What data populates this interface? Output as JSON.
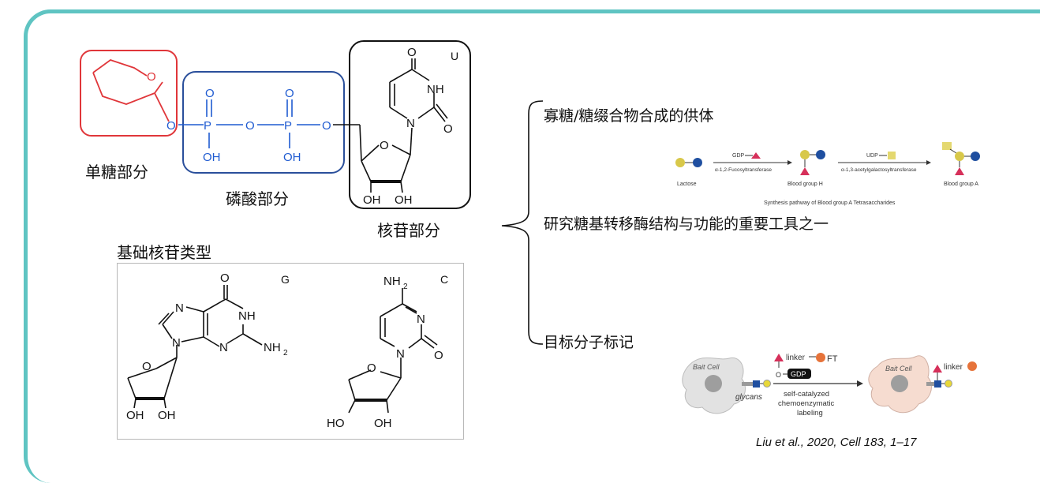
{
  "structure": {
    "sugar_label": "单糖部分",
    "phosphate_label": "磷酸部分",
    "nucleoside_label": "核苷部分",
    "base_letter_u": "U",
    "atoms": {
      "ring_o": "O",
      "bridge_o1": "O",
      "p1": "P",
      "p1_top_o": "O",
      "p1_oh": "OH",
      "bridge_o2": "O",
      "p2": "P",
      "p2_top_o": "O",
      "p2_oh": "OH",
      "bridge_o3": "O",
      "ribose_o": "O",
      "ribose_oh1": "OH",
      "ribose_oh2": "OH",
      "uracil_n": "N",
      "uracil_nh": "NH",
      "uracil_o_top": "O",
      "uracil_o_right": "O"
    },
    "colors": {
      "sugar_box": "#e0363a",
      "phosphate_box": "#2a4f9b",
      "phosphate_atoms": "#1f5bd1",
      "nucleoside_box": "#111111",
      "sugar_bonds": "#e0363a"
    }
  },
  "bases": {
    "title": "基础核苷类型",
    "g_letter": "G",
    "c_letter": "C",
    "g_atoms": {
      "o": "O",
      "n7": "N",
      "nh": "NH",
      "n9": "N",
      "n3": "N",
      "nh2": "NH",
      "sub2": "2",
      "ribose_o": "O",
      "oh1": "OH",
      "oh2": "OH"
    },
    "c_atoms": {
      "nh2": "NH",
      "sub2": "2",
      "n3": "N",
      "n1": "N",
      "o": "O",
      "ribose_o": "O",
      "ho": "HO",
      "oh": "OH"
    }
  },
  "applications": {
    "item1": "寡糖/糖缀合物合成的供体",
    "item2": "研究糖基转移酶结构与功能的重要工具之一",
    "item3": "目标分子标记"
  },
  "pathway": {
    "lactose": "Lactose",
    "gdp": "GDP",
    "enzyme1": "α-1,2-Fucosyltransferase",
    "blood_h": "Blood group H",
    "udp": "UDP",
    "enzyme2": "α-1,3-acetylgalactosyltransferase",
    "blood_a": "Blood group A",
    "caption": "Synthesis pathway of Blood group A Tetrasaccharides",
    "colors": {
      "gal": "#d8c84a",
      "glc": "#1f4fa0",
      "fuc": "#d6305a",
      "galnac": "#e4d870"
    }
  },
  "labeling": {
    "bait_cell": "Bait Cell",
    "glycans": "glycans",
    "linker": "linker",
    "ft": "FT",
    "gdp": "GDP",
    "o_prefix": "O",
    "process1": "self-catalyzed",
    "process2": "chemoenzymatic",
    "process3": "labeling",
    "bait_cell_2": "Bait Cell",
    "linker_2": "linker"
  },
  "citation": "Liu et al., 2020, Cell 183, 1–17"
}
